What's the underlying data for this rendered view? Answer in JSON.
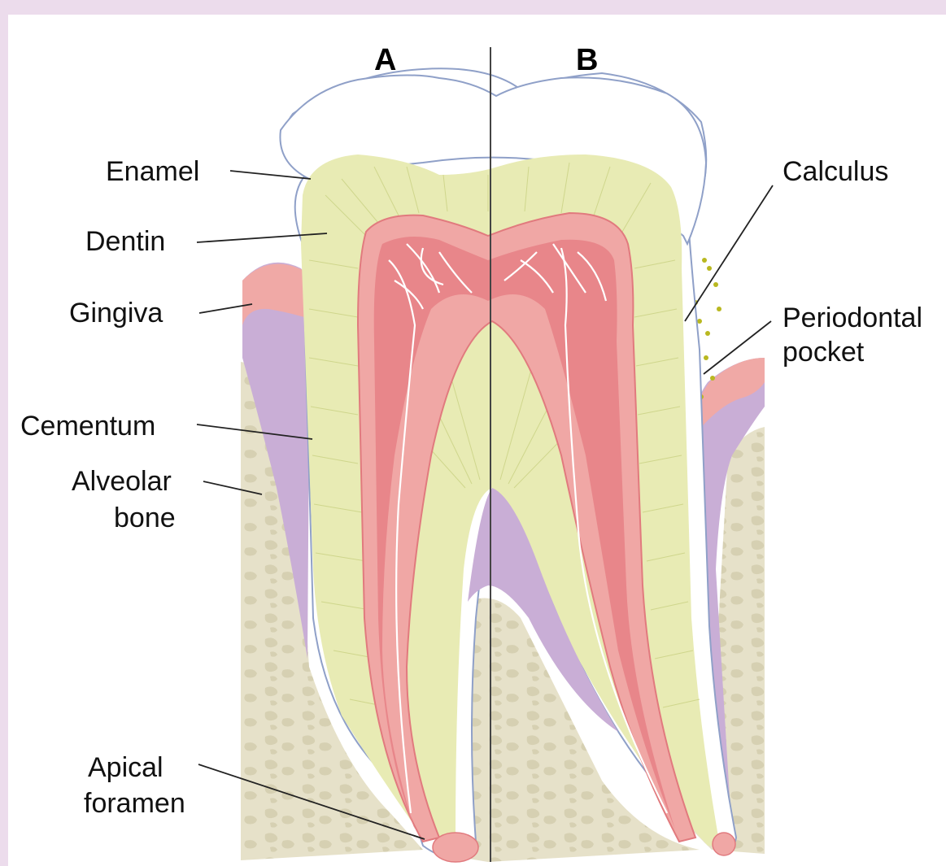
{
  "diagram": {
    "panel_left": "A",
    "panel_right": "B",
    "labels": {
      "enamel": "Enamel",
      "dentin": "Dentin",
      "gingiva": "Gingiva",
      "cementum": "Cementum",
      "alveolar_bone_1": "Alveolar",
      "alveolar_bone_2": "bone",
      "apical_foramen_1": "Apical",
      "apical_foramen_2": "foramen",
      "calculus": "Calculus",
      "periodontal_pocket_1": "Periodontal",
      "periodontal_pocket_2": "pocket"
    },
    "colors": {
      "background": "#ecdcec",
      "bone": "#e6e1c9",
      "bone_pattern": "#d5cfb1",
      "dentin": "#e8ebb4",
      "dentin_lines": "#cfd68c",
      "pulp_outer": "#f0a7a5",
      "pulp_inner": "#e8868a",
      "gingiva": "#f0a9a6",
      "gingiva_inner": "#c9aed6",
      "cementum": "#c7aed6",
      "calculus": "#b9b820",
      "enamel_outline": "#8fa0c8"
    }
  }
}
